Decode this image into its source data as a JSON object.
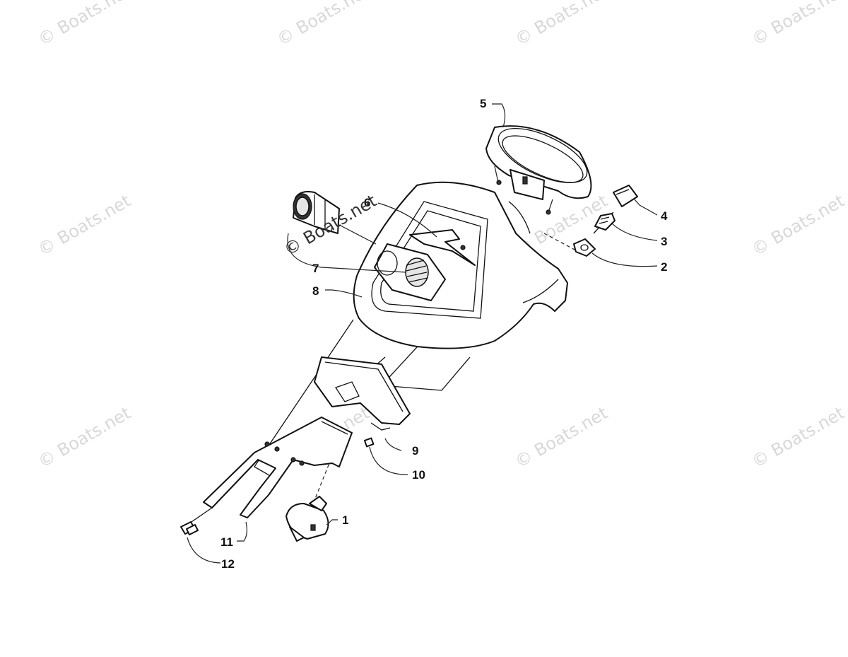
{
  "watermark": {
    "text": "© Boats.net"
  },
  "callouts": {
    "c1": "1",
    "c2": "2",
    "c3": "3",
    "c4": "4",
    "c5": "5",
    "c6": "6",
    "c7": "7",
    "c8": "8",
    "c9": "9",
    "c10": "10",
    "c11": "11",
    "c12": "12"
  },
  "colors": {
    "line": "#111111",
    "watermark": "#d8d8d8",
    "background": "#ffffff"
  }
}
